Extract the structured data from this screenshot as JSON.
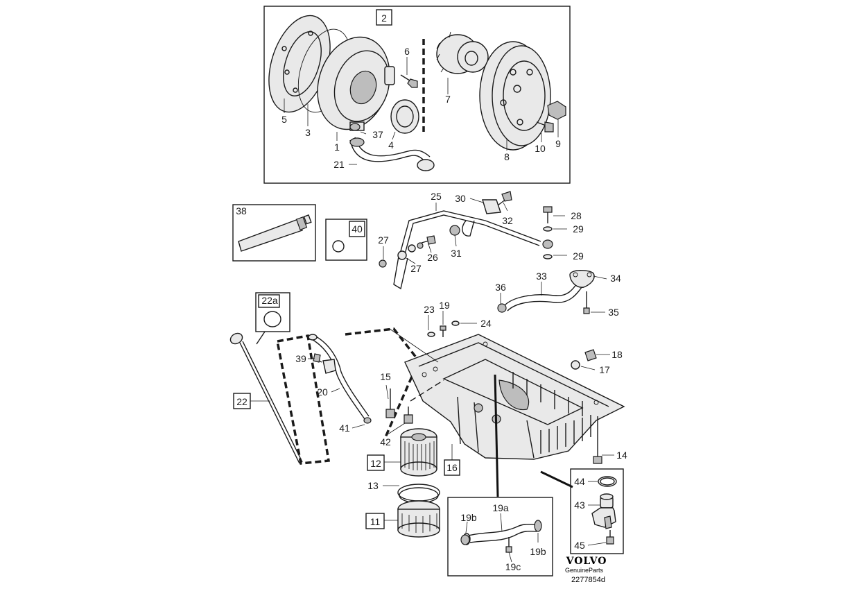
{
  "diagram": {
    "labels": {
      "l1": "1",
      "l2": "2",
      "l3": "3",
      "l4": "4",
      "l5": "5",
      "l6": "6",
      "l7": "7",
      "l8": "8",
      "l9": "9",
      "l10": "10",
      "l11": "11",
      "l12": "12",
      "l13": "13",
      "l14": "14",
      "l15": "15",
      "l16": "16",
      "l17": "17",
      "l18": "18",
      "l19": "19",
      "l19a": "19a",
      "l19b1": "19b",
      "l19b2": "19b",
      "l19c": "19c",
      "l20": "20",
      "l21": "21",
      "l22": "22",
      "l22a": "22a",
      "l23": "23",
      "l24": "24",
      "l25": "25",
      "l26": "26",
      "l27a": "27",
      "l27b": "27",
      "l28": "28",
      "l29a": "29",
      "l29b": "29",
      "l30": "30",
      "l31": "31",
      "l32": "32",
      "l33": "33",
      "l34": "34",
      "l35": "35",
      "l36": "36",
      "l37": "37",
      "l38": "38",
      "l39": "39",
      "l40": "40",
      "l41": "41",
      "l42": "42",
      "l43": "43",
      "l44": "44",
      "l45": "45"
    },
    "brand": "VOLVO",
    "subbrand": "GenuineParts",
    "code": "2277854d"
  }
}
